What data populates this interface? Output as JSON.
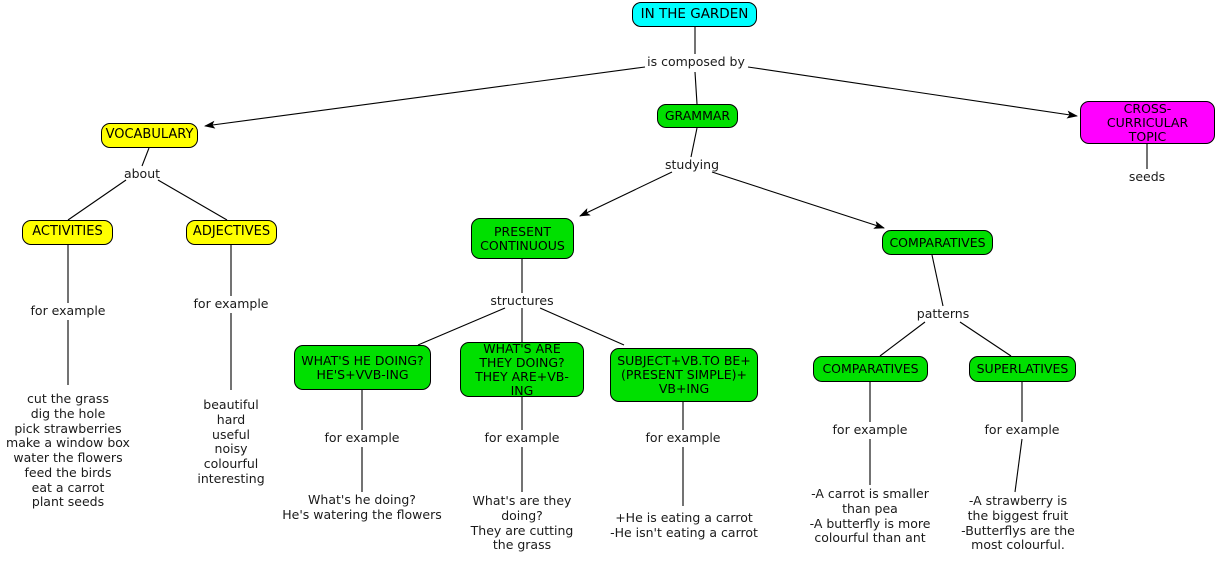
{
  "title": "IN THE GARDEN concept map",
  "colors": {
    "root": "#00ffff",
    "vocabulary": "#ffff00",
    "grammar": "#00e000",
    "cross_curricular": "#ff00ff",
    "line": "#000000",
    "text": "#000000"
  },
  "nodes": {
    "root": "IN THE GARDEN",
    "vocabulary": "VOCABULARY",
    "grammar": "GRAMMAR",
    "cross_curricular": "CROSS-CURRICULAR\nTOPIC",
    "activities": "ACTIVITIES",
    "adjectives": "ADJECTIVES",
    "present_continuous": "PRESENT\nCONTINUOUS",
    "comparatives_top": "COMPARATIVES",
    "structure_he": "WHAT'S HE DOING?\nHE'S+VVB-ING",
    "structure_they": "WHAT'S ARE\nTHEY DOING?\nTHEY ARE+VB-ING",
    "structure_subject": "SUBJECT+VB.TO BE+\n(PRESENT SIMPLE)+\nVB+ING",
    "comparatives_leaf": "COMPARATIVES",
    "superlatives_leaf": "SUPERLATIVES"
  },
  "link_labels": {
    "is_composed_by": "is composed by",
    "about": "about",
    "studying": "studying",
    "structures": "structures",
    "patterns": "patterns",
    "for_example_activities": "for  example",
    "for_example_adjectives": "for example",
    "for_example_he": "for example",
    "for_example_they": "for example",
    "for_example_subject": "for example",
    "for_example_comparatives": "for example",
    "for_example_superlatives": "for example"
  },
  "leaves": {
    "seeds": "seeds",
    "activities_list": "cut the grass\ndig the hole\npick strawberries\nmake a window box\nwater the flowers\nfeed the birds\neat a carrot\nplant seeds",
    "adjectives_list": "beautiful\nhard\nuseful\nnoisy\ncolourful\ninteresting",
    "example_he": "What's he doing?\nHe's watering the flowers",
    "example_they": "What's are they\ndoing?\nThey are cutting\nthe grass",
    "example_subject": "+He is eating a carrot\n-He isn't eating a carrot",
    "example_comparatives": "-A carrot is smaller\nthan pea\n-A butterfly is more\ncolourful than ant",
    "example_superlatives": "-A strawberry is\nthe biggest fruit\n-Butterflys are the\nmost colourful."
  }
}
